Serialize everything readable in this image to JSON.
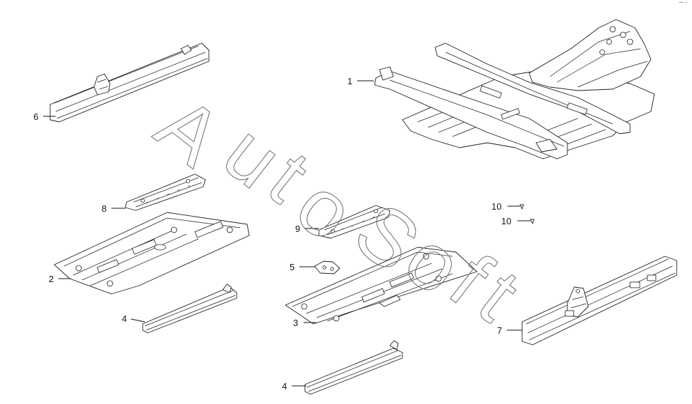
{
  "corner_mark": "•• —",
  "watermark": {
    "text": "AutoSoft",
    "letters": [
      "A",
      "u",
      "t",
      "o",
      "S",
      "o",
      "f",
      "t"
    ]
  },
  "callouts": [
    {
      "id": "1",
      "text": "1"
    },
    {
      "id": "2",
      "text": "2"
    },
    {
      "id": "3",
      "text": "3"
    },
    {
      "id": "4a",
      "text": "4"
    },
    {
      "id": "4b",
      "text": "4"
    },
    {
      "id": "5",
      "text": "5"
    },
    {
      "id": "6",
      "text": "6"
    },
    {
      "id": "7",
      "text": "7"
    },
    {
      "id": "8",
      "text": "8"
    },
    {
      "id": "9",
      "text": "9"
    },
    {
      "id": "10a",
      "text": "10"
    },
    {
      "id": "10b",
      "text": "10"
    }
  ]
}
